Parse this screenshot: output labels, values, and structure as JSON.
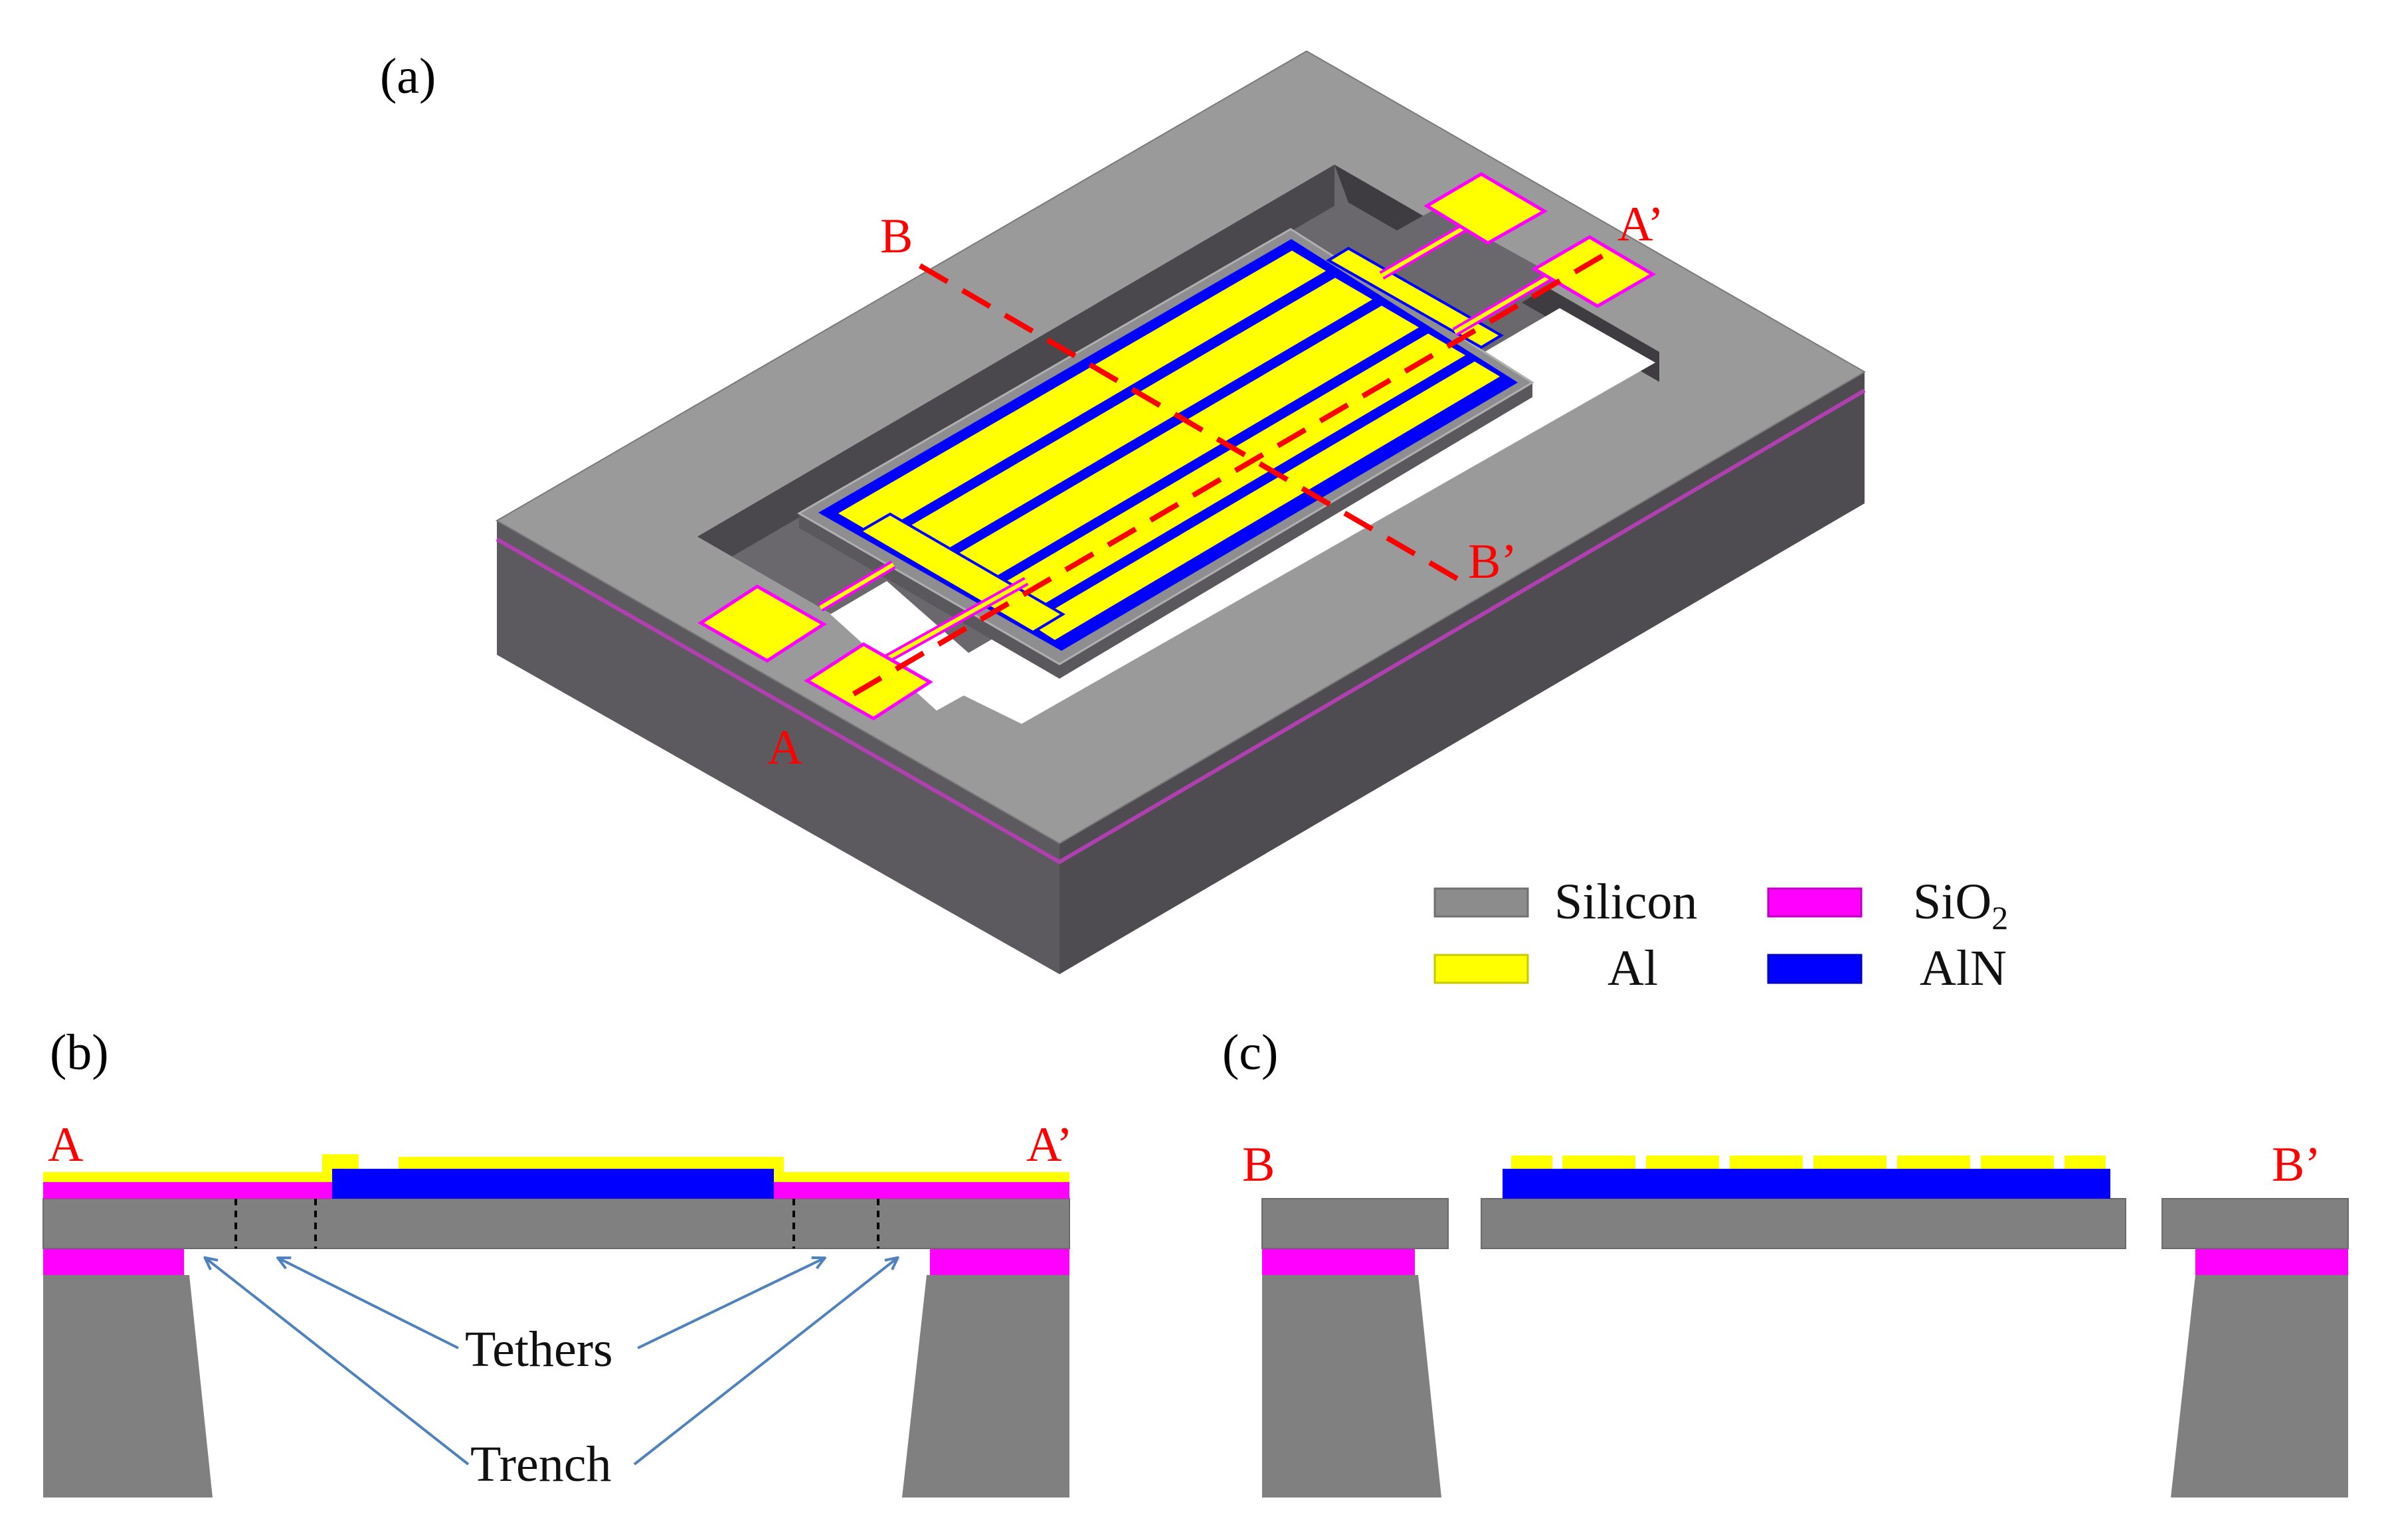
{
  "colors": {
    "silicon_top": "#9a9a9a",
    "silicon_side": "#5c5a5e",
    "silicon_section": "#808080",
    "sio2": "#ff00ff",
    "al": "#ffff00",
    "aln": "#0000ff",
    "cut_line": "#ff0000",
    "arrow": "#4f81bd",
    "background": "#ffffff"
  },
  "panels": {
    "a": "(a)",
    "b": "(b)",
    "c": "(c)"
  },
  "section_labels": {
    "a": "A",
    "a_prime": "A’",
    "b": "B",
    "b_prime": "B’"
  },
  "legend": [
    {
      "key": "silicon",
      "label": "Silicon",
      "color": "#8c8c8c"
    },
    {
      "key": "sio2",
      "label": "SiO",
      "sub": "2",
      "color": "#ff00ff"
    },
    {
      "key": "al",
      "label": "Al",
      "color": "#ffff00"
    },
    {
      "key": "aln",
      "label": "AlN",
      "color": "#0000ff"
    }
  ],
  "annotations": {
    "tethers": "Tethers",
    "trench": "Trench"
  }
}
